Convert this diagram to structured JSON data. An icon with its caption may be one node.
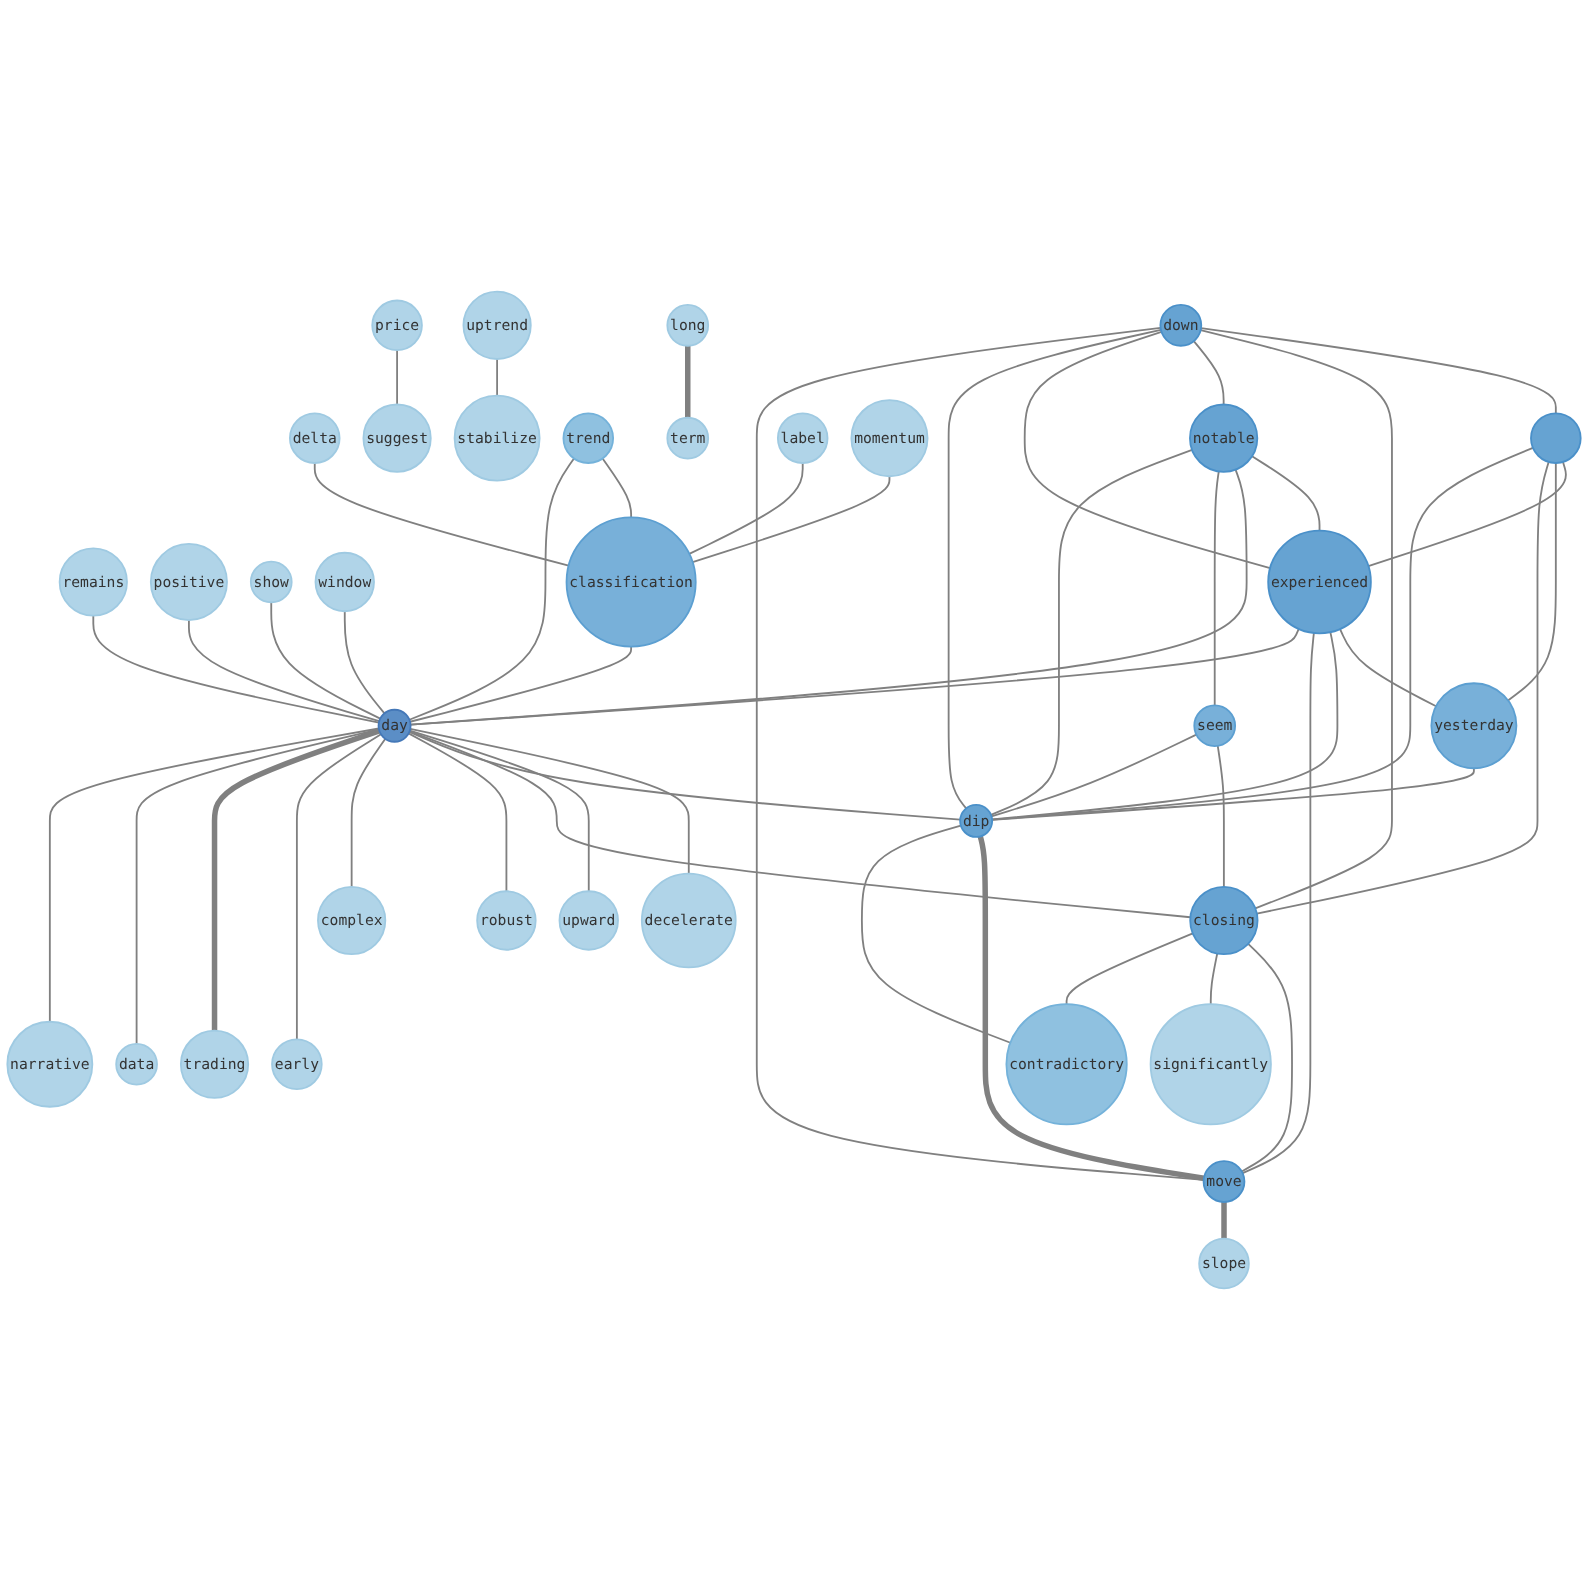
{
  "diagram": {
    "nodes": [
      {
        "text": [
          "uptrend"
        ]
      },
      {
        "text": [
          "remains"
        ]
      },
      {
        "text": [
          "positive"
        ]
      },
      {
        "text": [
          "delta"
        ]
      },
      {
        "text": [
          "down"
        ]
      },
      {
        "text": [
          "price"
        ]
      },
      {
        "text": [
          "show"
        ]
      },
      {
        "text": [
          "window"
        ]
      },
      {
        "text": [
          "suggest"
        ]
      },
      {
        "text": [],
        "shape": "circle"
      },
      {
        "text": [
          "trend"
        ]
      },
      {
        "text": [
          "experienced"
        ]
      },
      {
        "text": [
          "notable"
        ]
      },
      {
        "text": [
          "stabilize"
        ]
      },
      {
        "text": [
          "label"
        ]
      },
      {
        "text": [
          "momentum"
        ]
      },
      {
        "text": [
          "classification"
        ]
      },
      {
        "text": [
          "decelerate"
        ]
      },
      {
        "text": [
          "yesterday"
        ]
      },
      {
        "text": [
          "upward"
        ]
      },
      {
        "text": [
          "day"
        ]
      },
      {
        "text": [
          "seem"
        ]
      },
      {
        "text": [
          "long"
        ]
      },
      {
        "text": [
          "closing"
        ]
      },
      {
        "text": [
          "dip"
        ]
      },
      {
        "text": [
          "robust"
        ]
      },
      {
        "text": [
          "complex"
        ]
      },
      {
        "text": [
          "move"
        ]
      },
      {
        "text": [
          "significantly"
        ]
      },
      {
        "text": [
          "slope"
        ]
      },
      {
        "text": [
          "term"
        ]
      },
      {
        "text": [
          "early"
        ]
      },
      {
        "text": [
          "trading"
        ]
      },
      {
        "text": [
          "contradictory"
        ]
      },
      {
        "text": [
          "data"
        ]
      },
      {
        "text": [
          "narrative"
        ]
      }
    ],
    "edges": [
      {
        "from": 0,
        "to": 13,
        "arrow": "none"
      },
      {
        "from": 1,
        "to": 20,
        "arrow": "none"
      },
      {
        "from": 2,
        "to": 20,
        "arrow": "none"
      },
      {
        "from": 3,
        "to": 16,
        "arrow": "none"
      },
      {
        "from": 4,
        "to": 9,
        "arrow": "none"
      },
      {
        "from": 4,
        "to": 23,
        "arrow": "none"
      },
      {
        "from": 4,
        "to": 12,
        "arrow": "none"
      },
      {
        "from": 4,
        "to": 11,
        "arrow": "none"
      },
      {
        "from": 4,
        "to": 24,
        "arrow": "none"
      },
      {
        "from": 4,
        "to": 27,
        "arrow": "none"
      },
      {
        "from": 5,
        "to": 8,
        "arrow": "none"
      },
      {
        "from": 6,
        "to": 20,
        "arrow": "none"
      },
      {
        "from": 7,
        "to": 20,
        "arrow": "none"
      },
      {
        "from": 9,
        "to": 11,
        "arrow": "none"
      },
      {
        "from": 9,
        "to": 18,
        "arrow": "none"
      },
      {
        "from": 9,
        "to": 23,
        "arrow": "none"
      },
      {
        "from": 9,
        "to": 24,
        "arrow": "none"
      },
      {
        "from": 10,
        "to": 16,
        "arrow": "none"
      },
      {
        "from": 10,
        "to": 20,
        "arrow": "none"
      },
      {
        "from": 12,
        "to": 11,
        "arrow": "none"
      },
      {
        "from": 11,
        "to": 18,
        "arrow": "none"
      },
      {
        "from": 11,
        "to": 24,
        "arrow": "none"
      },
      {
        "from": 11,
        "to": 27,
        "arrow": "none"
      },
      {
        "from": 11,
        "to": 20,
        "arrow": "none"
      },
      {
        "from": 12,
        "to": 20,
        "arrow": "none"
      },
      {
        "from": 12,
        "to": 21,
        "arrow": "none"
      },
      {
        "from": 12,
        "to": 24,
        "arrow": "none"
      },
      {
        "from": 14,
        "to": 16,
        "arrow": "none"
      },
      {
        "from": 15,
        "to": 16,
        "arrow": "none"
      },
      {
        "from": 16,
        "to": 20,
        "arrow": "none"
      },
      {
        "from": 20,
        "to": 17,
        "arrow": "none"
      },
      {
        "from": 18,
        "to": 24,
        "arrow": "none"
      },
      {
        "from": 20,
        "to": 19,
        "arrow": "none"
      },
      {
        "from": 20,
        "to": 23,
        "arrow": "none"
      },
      {
        "from": 20,
        "to": 24,
        "arrow": "none"
      },
      {
        "from": 20,
        "to": 25,
        "arrow": "none"
      },
      {
        "from": 20,
        "to": 26,
        "arrow": "none"
      },
      {
        "from": 20,
        "to": 31,
        "arrow": "none"
      },
      {
        "from": 20,
        "to": 32,
        "arrow": "none",
        "style": "thick"
      },
      {
        "from": 20,
        "to": 34,
        "arrow": "none"
      },
      {
        "from": 20,
        "to": 35,
        "arrow": "none"
      },
      {
        "from": 21,
        "to": 23,
        "arrow": "none"
      },
      {
        "from": 21,
        "to": 24,
        "arrow": "none"
      },
      {
        "from": 22,
        "to": 30,
        "arrow": "none",
        "style": "thick"
      },
      {
        "from": 23,
        "to": 27,
        "arrow": "none"
      },
      {
        "from": 23,
        "to": 28,
        "arrow": "none"
      },
      {
        "from": 23,
        "to": 33,
        "arrow": "none"
      },
      {
        "from": 24,
        "to": 27,
        "arrow": "none",
        "style": "thick"
      },
      {
        "from": 24,
        "to": 33,
        "arrow": "none"
      },
      {
        "from": 27,
        "to": 29,
        "arrow": "none",
        "style": "thick"
      }
    ]
  }
}
